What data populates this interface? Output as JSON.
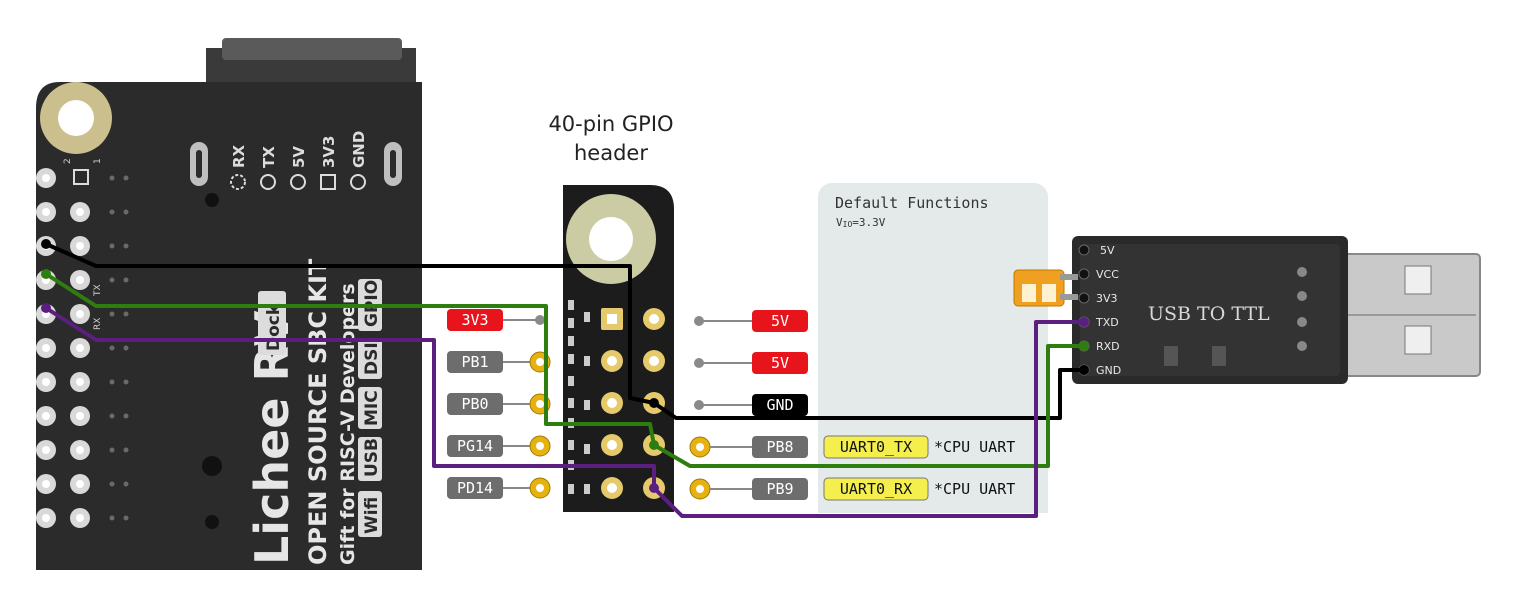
{
  "header_title": {
    "line1": "40-pin GPIO",
    "line2": "header"
  },
  "board": {
    "label_top_pins": [
      "RX",
      "TX",
      "5V",
      "3V3",
      "GND"
    ],
    "side_labels": [
      "2",
      "1",
      "TX",
      "RX"
    ],
    "title": "Lichee RV",
    "tag_dock": "Dock",
    "line_kit": "OPEN SOURCE SBC KIT",
    "line_gift": "Gift for RISC-V Developers",
    "tags": [
      "Wifi",
      "USB",
      "MIC",
      "DSI",
      "GPIO"
    ]
  },
  "pins_left": [
    {
      "label": "3V3",
      "color": "#e8141b",
      "type": "power"
    },
    {
      "label": "PB1",
      "color": "#6d6d6d",
      "type": "gpio"
    },
    {
      "label": "PB0",
      "color": "#6d6d6d",
      "type": "gpio"
    },
    {
      "label": "PG14",
      "color": "#6d6d6d",
      "type": "gpio"
    },
    {
      "label": "PD14",
      "color": "#6d6d6d",
      "type": "gpio"
    }
  ],
  "pins_right": [
    {
      "label": "5V",
      "color": "#e8141b",
      "type": "power"
    },
    {
      "label": "5V",
      "color": "#e8141b",
      "type": "power"
    },
    {
      "label": "GND",
      "color": "#000000",
      "type": "power"
    },
    {
      "label": "PB8",
      "color": "#6d6d6d",
      "type": "gpio",
      "function": "UART0_TX",
      "note": "*CPU UART"
    },
    {
      "label": "PB9",
      "color": "#6d6d6d",
      "type": "gpio",
      "function": "UART0_RX",
      "note": "*CPU UART"
    }
  ],
  "default_functions": {
    "title": "Default Functions",
    "vio_prefix": "V",
    "vio_sub": "IO",
    "vio_value": "=3.3V"
  },
  "usb_ttl": {
    "title": "USB TO TTL",
    "pins": [
      "5V",
      "VCC",
      "3V3",
      "TXD",
      "RXD",
      "GND"
    ]
  },
  "wire_colors": {
    "gnd": "#000000",
    "tx": "#2e7d0f",
    "rx": "#5b1f7f"
  },
  "colors": {
    "function_fill": "#f5ef4e",
    "gpio_ring": "#e6b212",
    "header_bg": "#1c1c1c",
    "functions_panel": "#e4eaea"
  }
}
